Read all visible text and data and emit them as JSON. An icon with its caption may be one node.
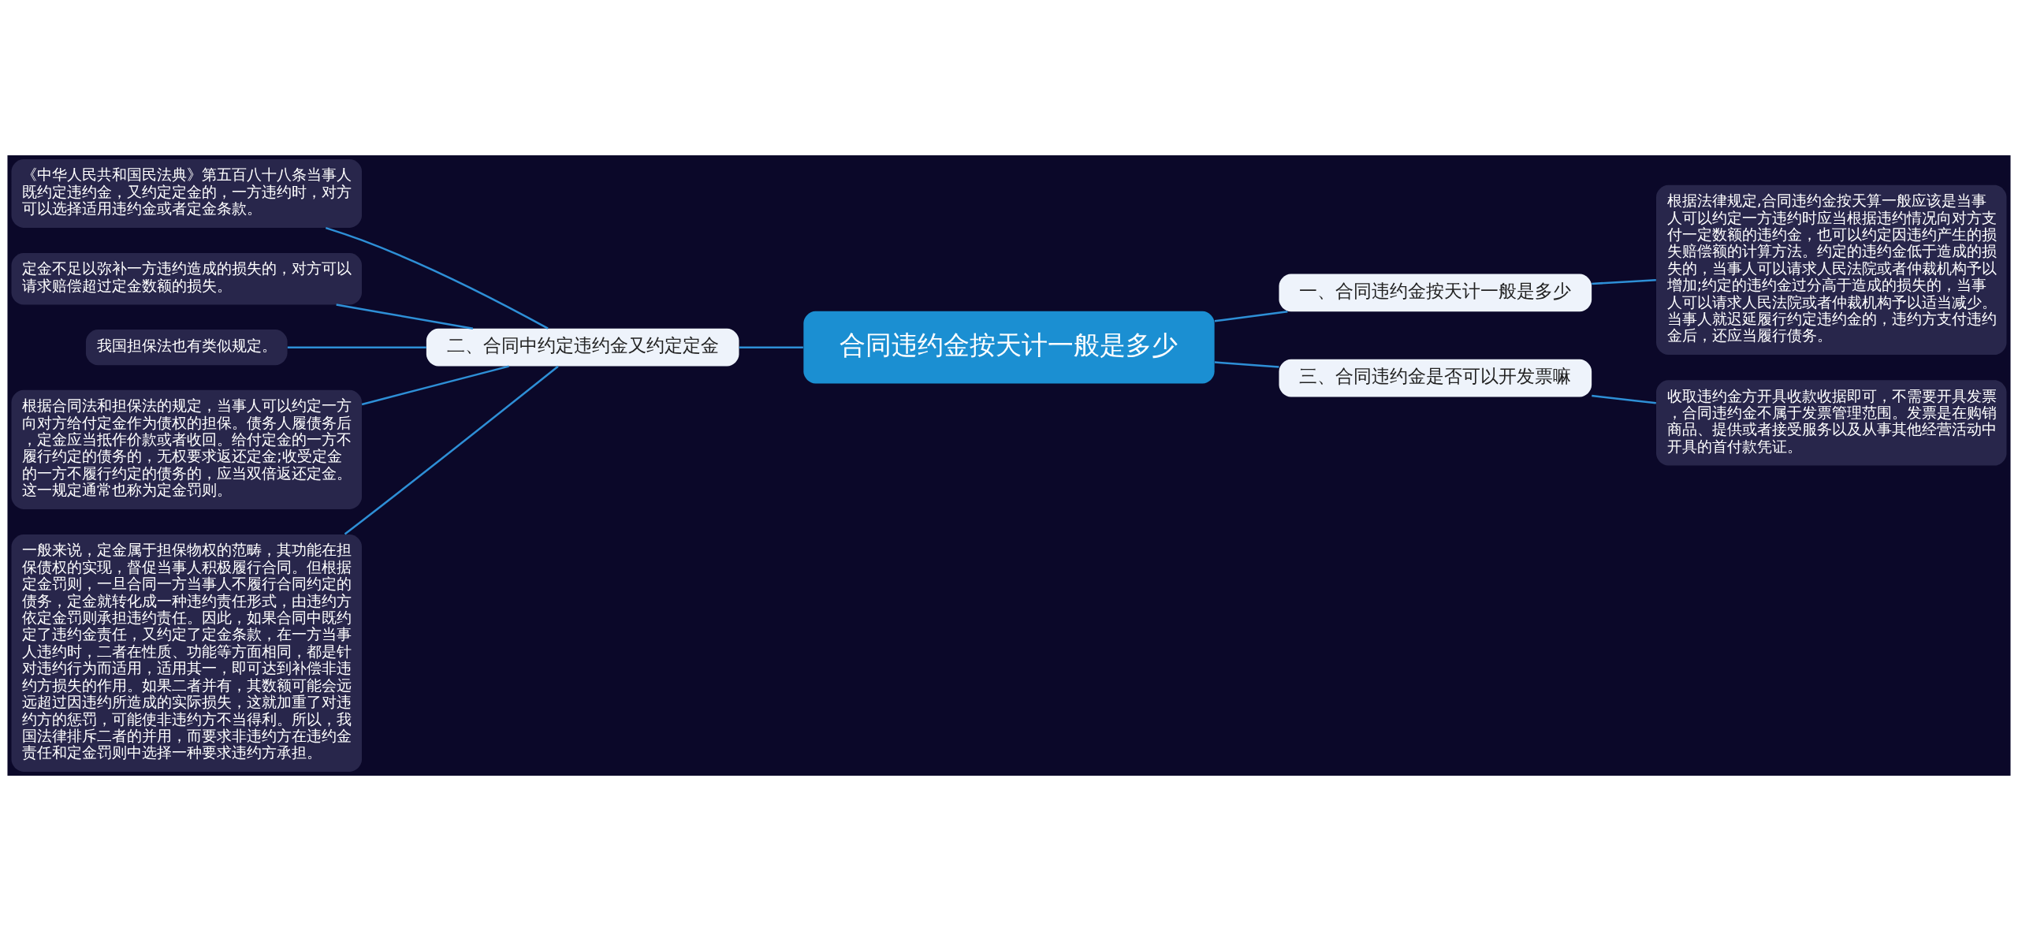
{
  "diagram": {
    "nodes": [
      {
        "text": [
          "合同违约金按天计一般是多少"
        ]
      },
      {
        "text": [
          "一、合同违约金按天计一般是多少"
        ]
      },
      {
        "text": [
          "根据法律规定,合同违约金按天算一般应该是当事人可以约定一方违约时应当根据违约情况向对方支付一定数额的违约金，也可以约定因违约产生的损失赔偿额的计算方法。约定的违约金低于造成的损失的，当事人可以请求人民法院或者仲裁机构予以增加;约定的违约金过分高于造成的损失的，当事人可以请求人民法院或者仲裁机构予以适当减少。当事人就迟延履行约定违约金的，违约方支付违约金后，还应当履行债务。"
        ]
      },
      {
        "text": [
          "二、合同中约定违约金又约定定金"
        ]
      },
      {
        "text": [
          "《中华人民共和国民法典》第五百八十八条当事人既约定违约金，又约定定金的，一方违约时，对方可以选择适用违约金或者定金条款。"
        ]
      },
      {
        "text": [
          "定金不足以弥补一方违约造成的损失的，对方可以请求赔偿超过定金数额的损失。"
        ]
      },
      {
        "text": [
          "我国担保法也有类似规定。"
        ]
      },
      {
        "text": [
          "根据合同法和担保法的规定，当事人可以约定一方向对方给付定金作为债权的担保。债务人履债务后，定金应当抵作价款或者收回。给付定金的一方不履行约定的债务的，无权要求返还定金;收受定金的一方不履行约定的债务的，应当双倍返还定金。这一规定通常也称为定金罚则。"
        ]
      },
      {
        "text": [
          "一般来说，定金属于担保物权的范畴，其功能在担保债权的实现，督促当事人积极履行合同。但根据定金罚则，一旦合同一方当事人不履行合同约定的债务，定金就转化成一种违约责任形式，由违约方依定金罚则承担违约责任。因此，如果合同中既约定了违约金责任，又约定了定金条款，在一方当事人违约时，二者在性质、功能等方面相同，都是针对违约行为而适用，适用其一，即可达到补偿非违约方损失的作用。如果二者并有，其数额可能会远远超过因违约所造成的实际损失，这就加重了对违约方的惩罚，可能使非违约方不当得利。所以，我国法律排斥二者的并用，而要求非违约方在违约金责任和定金罚则中选择一种要求违约方承担。"
        ]
      },
      {
        "text": [
          "三、合同违约金是否可以开发票嘛"
        ]
      },
      {
        "text": [
          "收取违约金方开具收款收据即可，不需要开具发票，合同违约金不属于发票管理范围。发票是在购销商品、提供或者接受服务以及从事其他经营活动中开具的首付款凭证。"
        ]
      }
    ],
    "edges": [
      {
        "from": 0,
        "to": 1,
        "arrow": "none"
      },
      {
        "from": 1,
        "to": 2,
        "arrow": "none"
      },
      {
        "from": 0,
        "to": 3,
        "arrow": "none"
      },
      {
        "from": 3,
        "to": 4,
        "arrow": "none"
      },
      {
        "from": 3,
        "to": 5,
        "arrow": "none"
      },
      {
        "from": 3,
        "to": 6,
        "arrow": "none"
      },
      {
        "from": 3,
        "to": 7,
        "arrow": "none"
      },
      {
        "from": 3,
        "to": 8,
        "arrow": "none"
      },
      {
        "from": 0,
        "to": 9,
        "arrow": "none"
      },
      {
        "from": 9,
        "to": 10,
        "arrow": "none"
      }
    ]
  }
}
